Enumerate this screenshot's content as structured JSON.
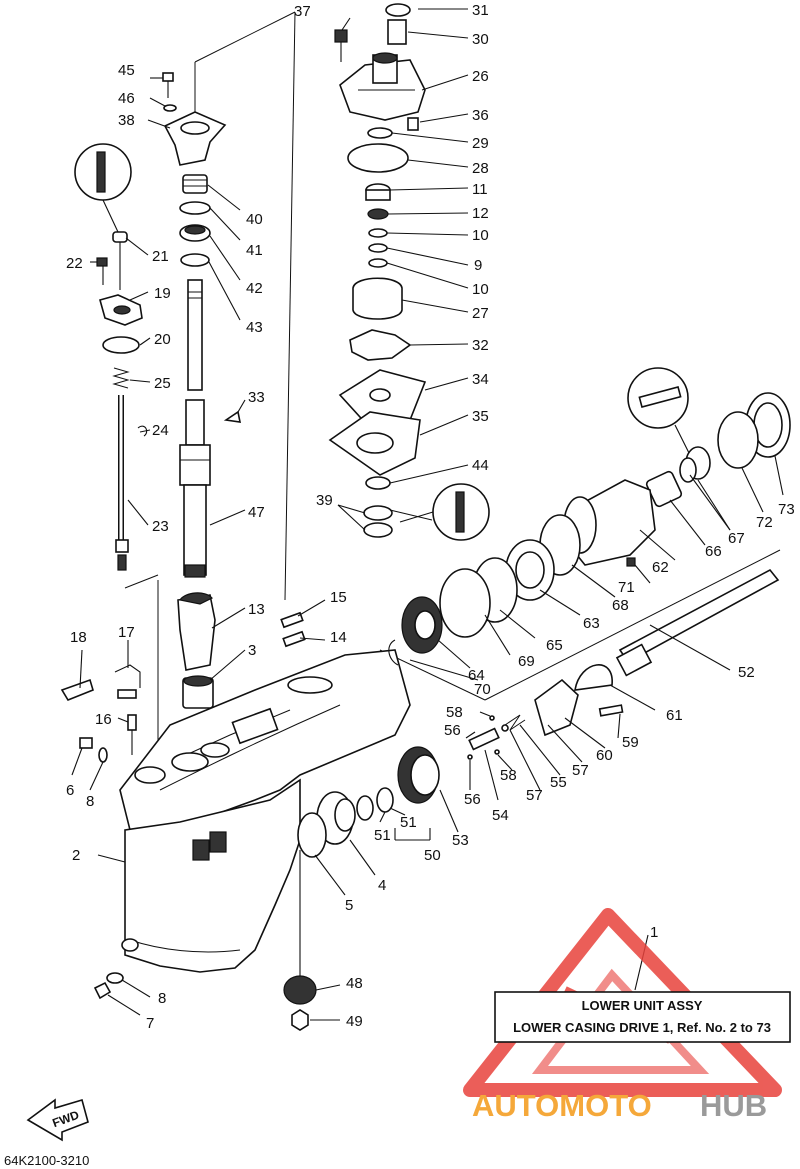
{
  "diagram": {
    "part_numbers": [
      "1",
      "2",
      "3",
      "4",
      "5",
      "6",
      "7",
      "8",
      "8",
      "9",
      "10",
      "10",
      "11",
      "12",
      "13",
      "14",
      "15",
      "16",
      "17",
      "18",
      "19",
      "20",
      "21",
      "22",
      "23",
      "24",
      "25",
      "26",
      "27",
      "28",
      "29",
      "30",
      "31",
      "32",
      "33",
      "34",
      "35",
      "36",
      "37",
      "38",
      "39",
      "40",
      "41",
      "42",
      "43",
      "44",
      "45",
      "46",
      "47",
      "48",
      "49",
      "50",
      "51",
      "51",
      "52",
      "53",
      "54",
      "55",
      "56",
      "56",
      "57",
      "57",
      "58",
      "58",
      "59",
      "60",
      "61",
      "62",
      "63",
      "64",
      "65",
      "66",
      "67",
      "68",
      "69",
      "70",
      "71",
      "72",
      "73"
    ],
    "legend": {
      "title": "LOWER  UNIT ASSY",
      "subtitle": "LOWER CASING DRIVE 1, Ref. No. 2 to 73"
    },
    "fwd_label": "FWD",
    "drawing_code": "64K2100-3210",
    "watermark": {
      "brand_part1": "AUTOMOTO",
      "brand_part2": "HUB",
      "color_red": "#e8423c",
      "color_orange": "#f5a83a",
      "color_gray": "#9a9a9a"
    }
  }
}
